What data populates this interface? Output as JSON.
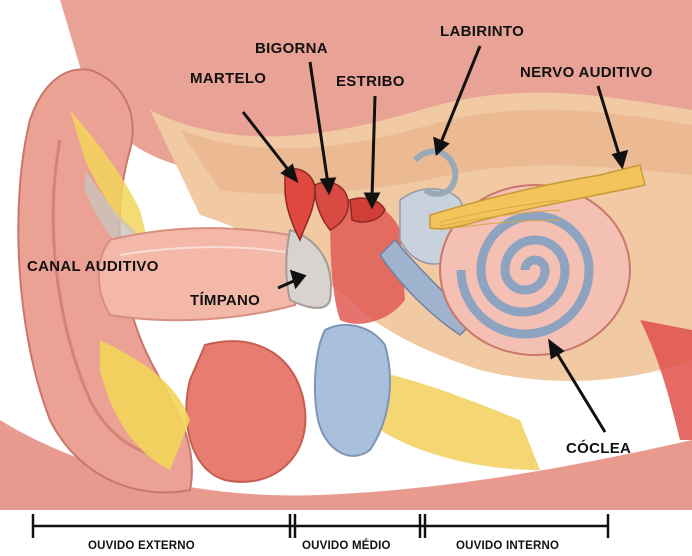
{
  "labels": {
    "bigorna": "BIGORNA",
    "labirinto": "LABIRINTO",
    "martelo": "MARTELO",
    "estribo": "ESTRIBO",
    "nervo_auditivo": "NERVO AUDITIVO",
    "canal_auditivo": "CANAL AUDITIVO",
    "timpano": "TÍMPANO",
    "coclea": "CÓCLEA"
  },
  "regions": {
    "externo": "OUVIDO EXTERNO",
    "medio": "OUVIDO MÉDIO",
    "interno": "OUVIDO INTERNO"
  },
  "colors": {
    "skin": "#e99a8f",
    "flesh_light": "#f4c0b4",
    "bone": "#f1c79c",
    "fat_yellow": "#f2d55a",
    "cochlea_blue": "#9fb3cf",
    "vein_blue": "#a9c0dc",
    "line": "#111111"
  }
}
